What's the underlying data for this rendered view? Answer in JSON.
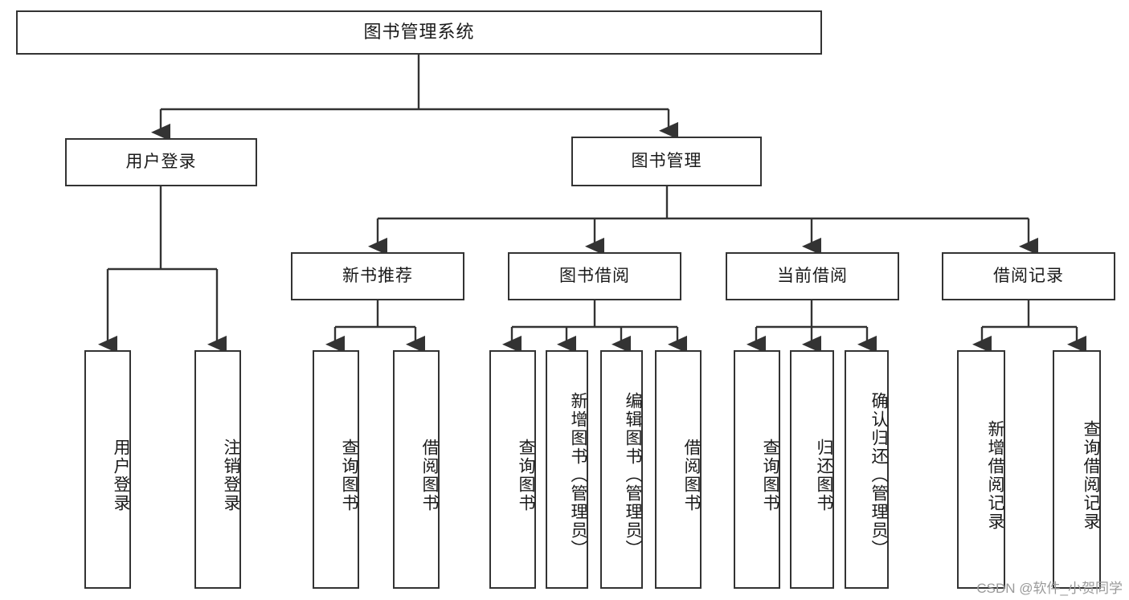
{
  "diagram": {
    "type": "tree",
    "title": "图书管理系统",
    "orientation": "top-down",
    "colors": {
      "box_border": "#333333",
      "box_fill": "#ffffff",
      "connector": "#333333",
      "text": "#1a1a1a",
      "watermark": "#9a9a9a",
      "background": "#ffffff"
    }
  },
  "root": {
    "label": "图书管理系统"
  },
  "level2": [
    {
      "label": "用户登录"
    },
    {
      "label": "图书管理"
    }
  ],
  "level3": [
    {
      "label": "新书推荐"
    },
    {
      "label": "图书借阅"
    },
    {
      "label": "当前借阅"
    },
    {
      "label": "借阅记录"
    }
  ],
  "leaves": {
    "user_login": [
      {
        "label": "用户登录"
      },
      {
        "label": "注销登录"
      }
    ],
    "new_book_recommend": [
      {
        "label": "查询图书"
      },
      {
        "label": "借阅图书"
      }
    ],
    "book_borrow": [
      {
        "label": "查询图书"
      },
      {
        "label": "新增图书（管理员）"
      },
      {
        "label": "编辑图书（管理员）"
      },
      {
        "label": "借阅图书"
      }
    ],
    "current_borrow": [
      {
        "label": "查询图书"
      },
      {
        "label": "归还图书"
      },
      {
        "label": "确认归还（管理员）"
      }
    ],
    "borrow_record": [
      {
        "label": "新增借阅记录"
      },
      {
        "label": "查询借阅记录"
      }
    ]
  },
  "watermark": {
    "text": "CSDN @软件_小贺同学"
  }
}
